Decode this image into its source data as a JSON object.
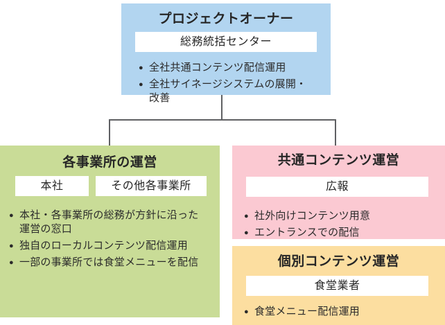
{
  "diagram": {
    "bullet_glyph": "●",
    "colors": {
      "owner_bg": "#b2d5f0",
      "sites_bg": "#c9dc97",
      "common_bg": "#fbc9d2",
      "individual_bg": "#fcdea0",
      "label_bg": "#ffffff",
      "connector": "#5f6063",
      "text": "#2e2e2e"
    },
    "nodes": {
      "owner": {
        "title": "プロジェクトオーナー",
        "org": "総務統括センター",
        "bullets": [
          "全社共通コンテンツ配信運用",
          "全社サイネージシステムの展開・改善"
        ]
      },
      "sites": {
        "title": "各事業所の運営",
        "orgs": [
          "本社",
          "その他各事業所"
        ],
        "bullets": [
          "本社・各事業所の総務が方針に沿った\n運営の窓口",
          "独自のローカルコンテンツ配信運用",
          "一部の事業所では食堂メニューを配信"
        ]
      },
      "common": {
        "title": "共通コンテンツ運営",
        "org": "広報",
        "bullets": [
          "社外向けコンテンツ用意",
          "エントランスでの配信"
        ]
      },
      "individual": {
        "title": "個別コンテンツ運営",
        "org": "食堂業者",
        "bullets": [
          "食堂メニュー配信運用"
        ]
      }
    }
  }
}
